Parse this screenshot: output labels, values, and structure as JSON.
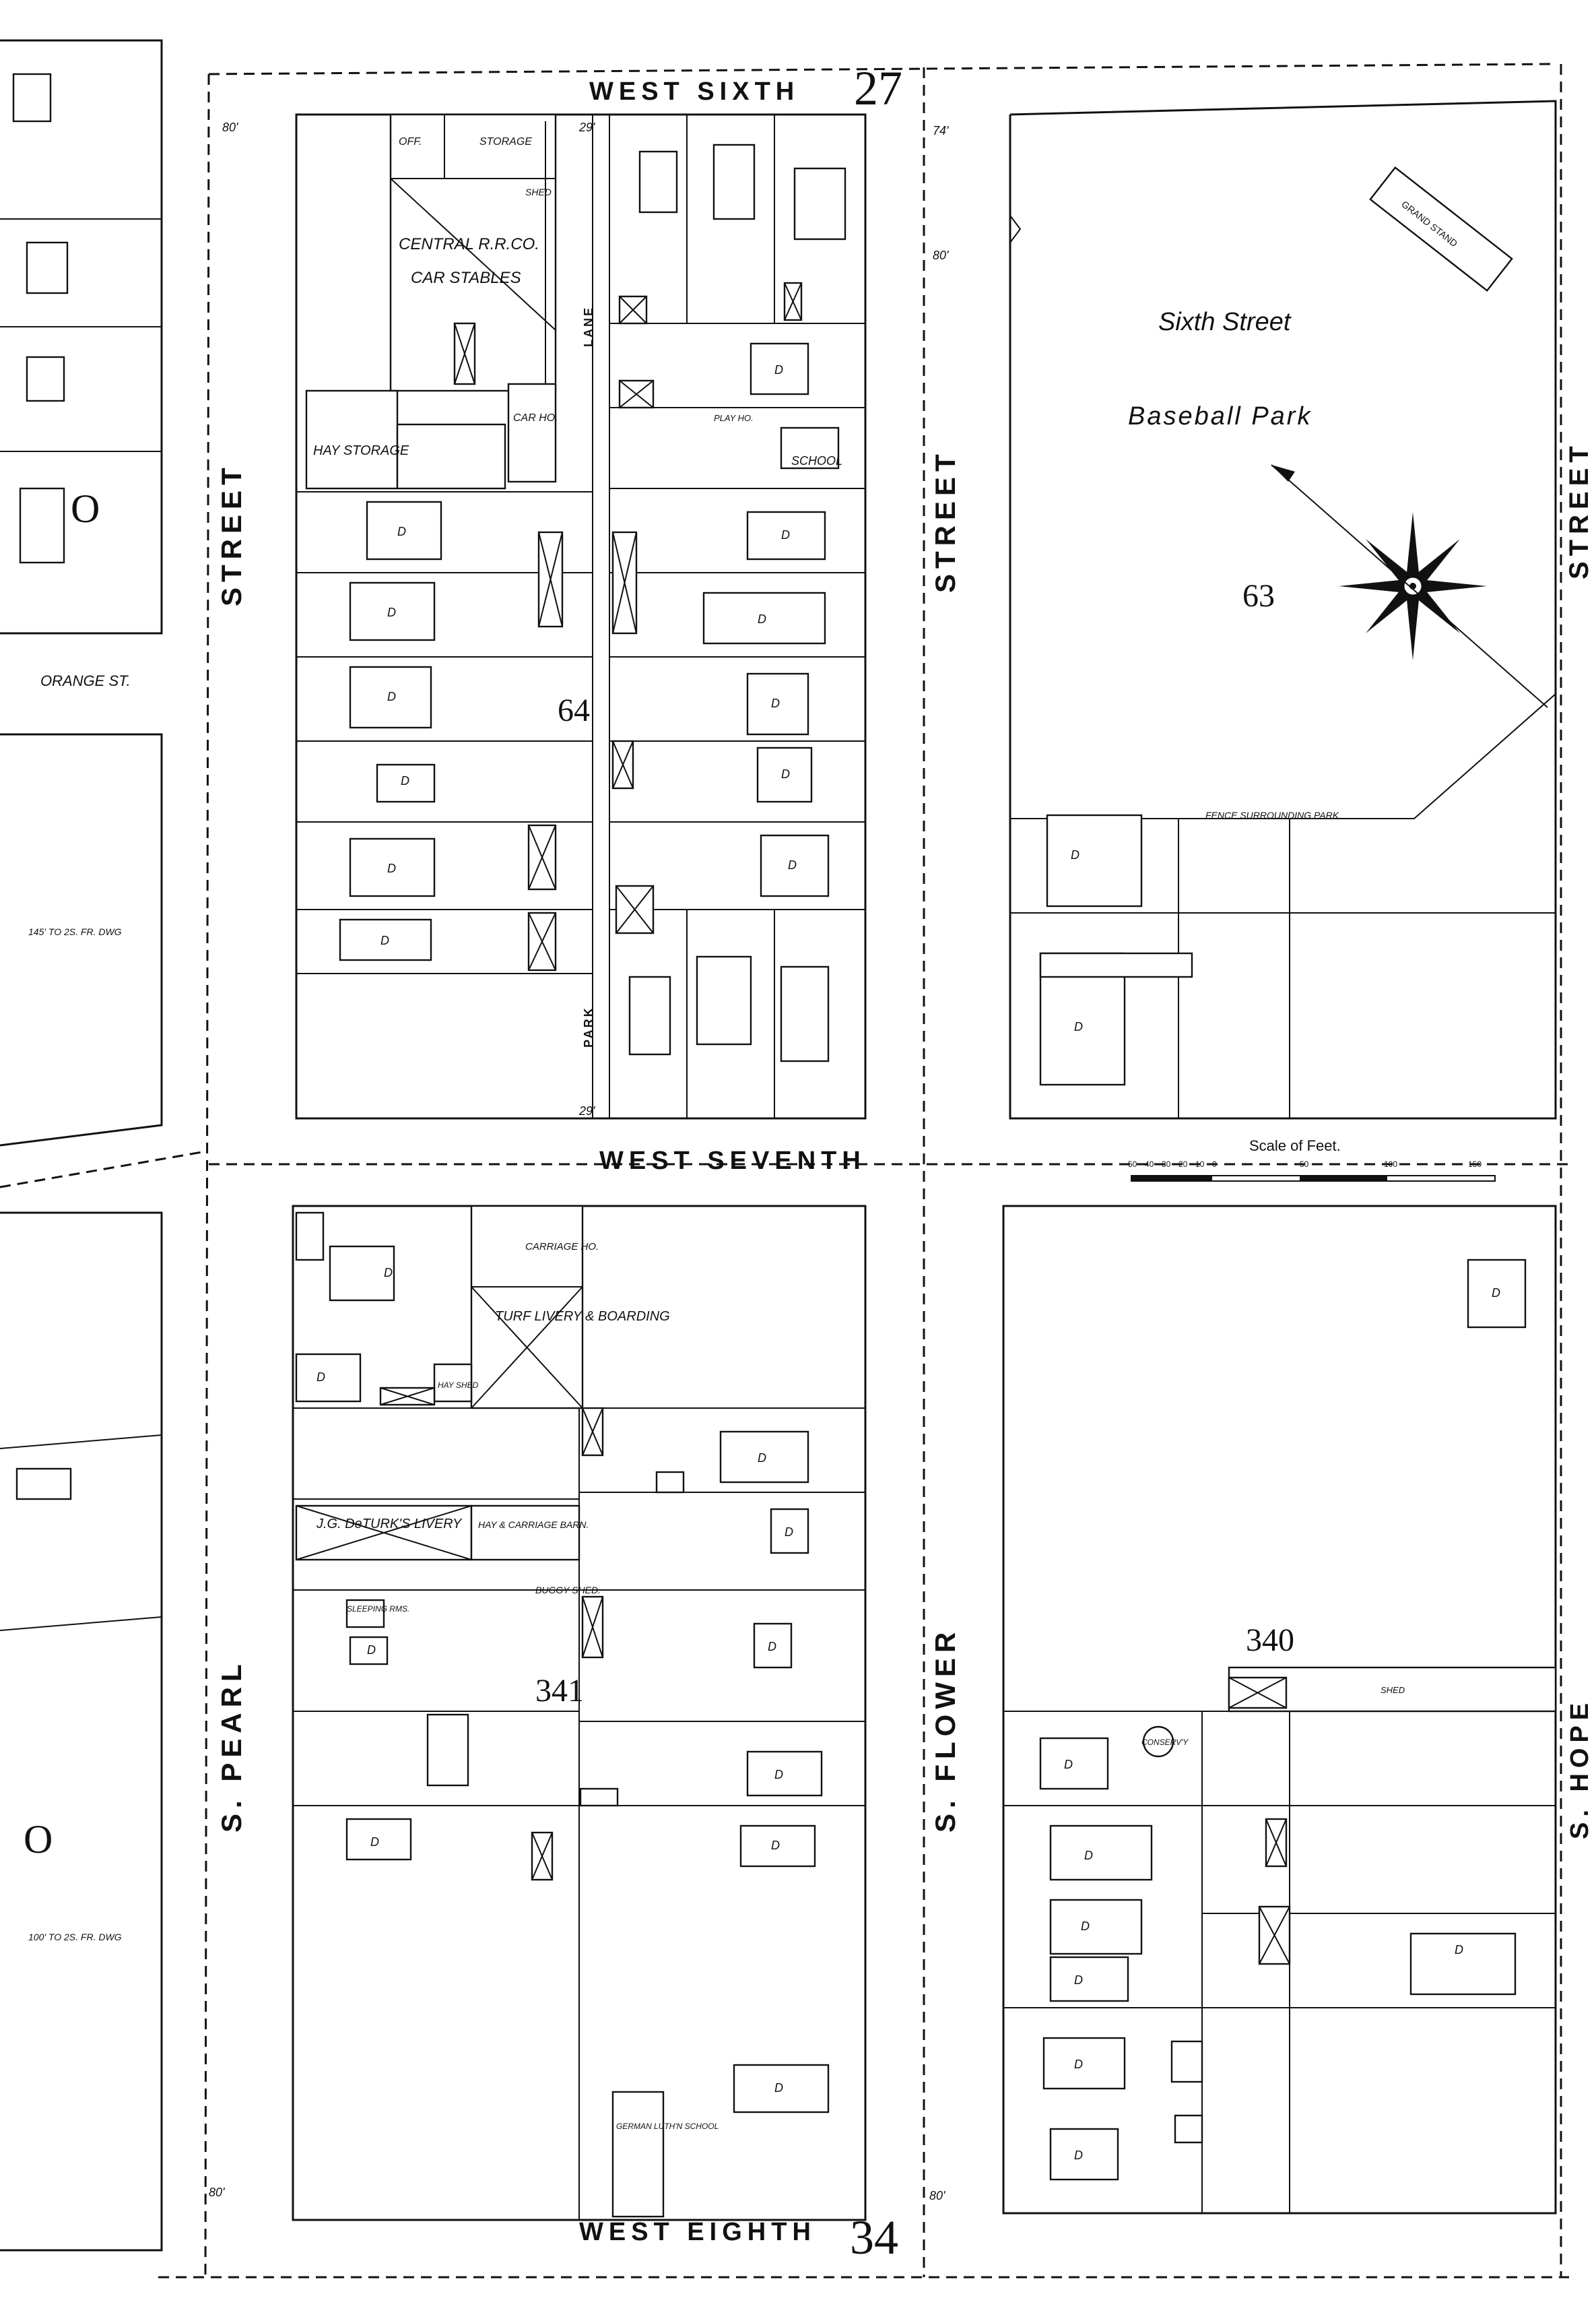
{
  "streets": {
    "west_sixth": "WEST SIXTH",
    "west_seventh": "WEST SEVENTH",
    "west_eighth": "WEST EIGHTH",
    "street_left_upper": "STREET",
    "street_mid_upper": "STREET",
    "street_right_upper": "STREET",
    "s_pearl": "S. PEARL",
    "s_flower": "S. FLOWER",
    "s_hope": "S. HOPE",
    "park_lane_1": "LANE",
    "park_lane_2": "PARK",
    "orange_st": "ORANGE ST."
  },
  "sheet_numbers": {
    "top": "27",
    "bottom": "34"
  },
  "block_numbers": {
    "b64": "64",
    "b63": "63",
    "b341": "341",
    "b340": "340",
    "left_upper": "O",
    "left_lower": "O"
  },
  "labels": {
    "central_rr": "CENTRAL R.R.CO.",
    "car_stables": "CAR STABLES",
    "hay_storage": "HAY STORAGE",
    "office": "OFF.",
    "storage": "STORAGE",
    "shed": "SHED",
    "car_ho": "CAR HO.",
    "school_top": "SCHOOL",
    "play_ho": "PLAY HO.",
    "park_name_1": "Sixth Street",
    "park_name_2": "Baseball Park",
    "grand_stand": "GRAND STAND",
    "fence": "FENCE SURROUNDING PARK",
    "carriage_ho": "CARRIAGE HO.",
    "turf_livery": "TURF LIVERY & BOARDING",
    "hay_shed": "HAY SHED",
    "deturk": "J.G. DeTURK'S LIVERY",
    "hay_carriage": "HAY & CARRIAGE BARN.",
    "buggy_shed": "BUGGY SHED.",
    "sleeping_rms": "SLEEPING RMS.",
    "german_school": "GERMAN LUTH'N SCHOOL",
    "conservy": "CONSERV'Y",
    "shed_right": "SHED",
    "dwg_note_1": "145' TO 2S. FR. DWG",
    "dwg_note_2": "100' TO 2S. FR. DWG",
    "scale": "Scale of Feet."
  },
  "scale_ticks": [
    "50",
    "40",
    "30",
    "20",
    "10",
    "0",
    "50",
    "100",
    "150"
  ],
  "dims": {
    "d80a": "80'",
    "d74": "74'",
    "d80b": "80'",
    "d29a": "29'",
    "d29b": "29'",
    "d80c": "80'",
    "d80d": "80'"
  },
  "dwelling_mark": "D",
  "map_colors": {
    "ink": "#111111",
    "paper": "#ffffff"
  }
}
